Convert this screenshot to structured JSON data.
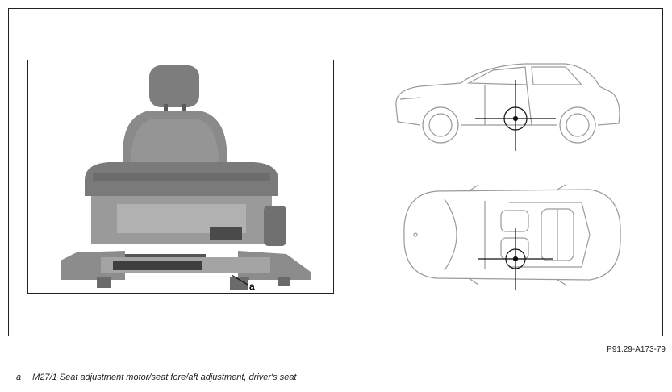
{
  "reference_code": "P91.29-A173-79",
  "callout": {
    "letter": "a"
  },
  "legend": [
    {
      "key": "a",
      "text": "M27/1 Seat adjustment motor/seat fore/aft adjustment, driver's seat"
    }
  ]
}
